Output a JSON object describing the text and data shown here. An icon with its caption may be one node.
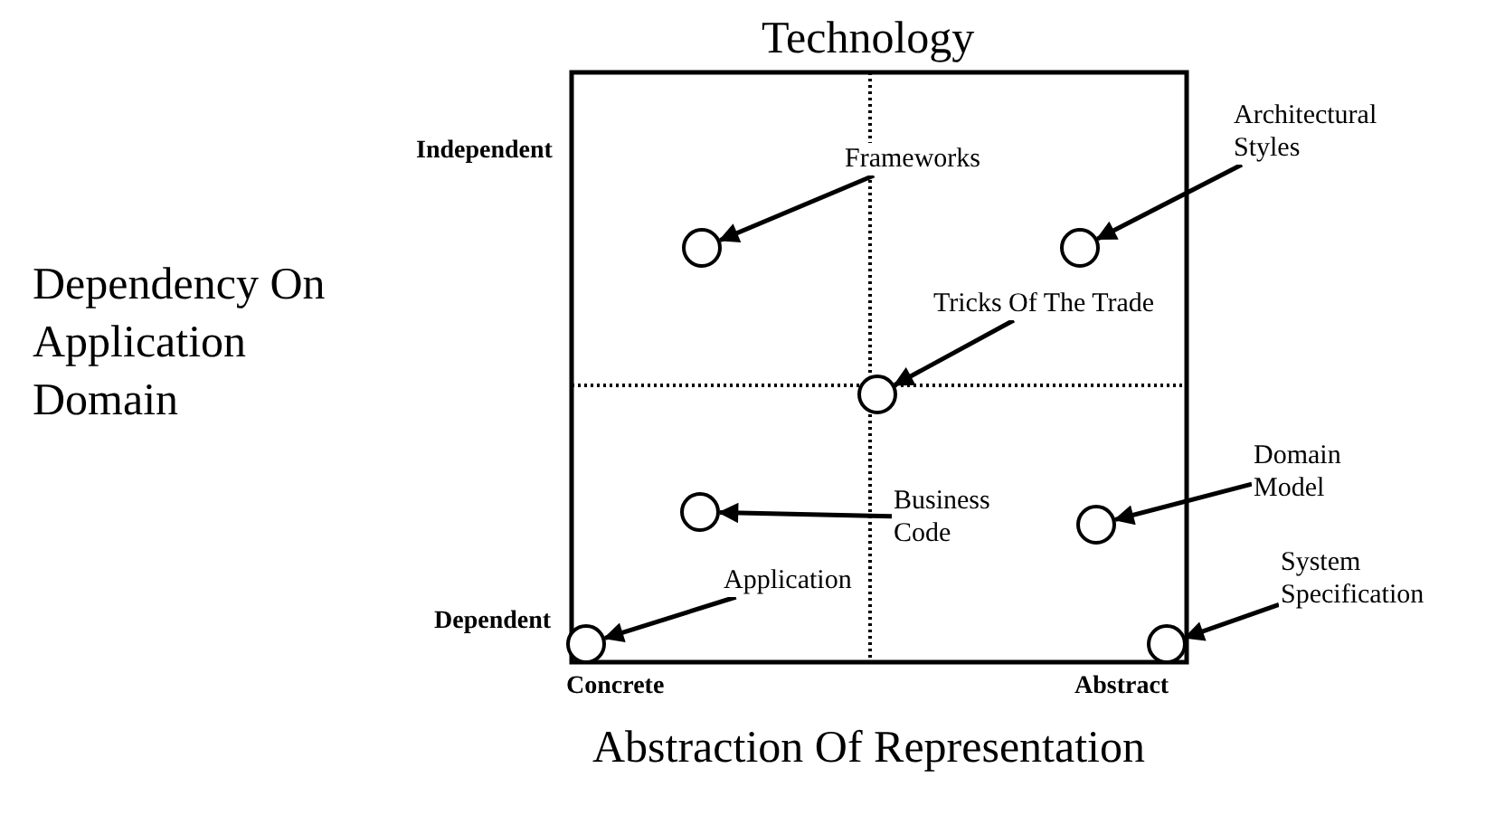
{
  "diagram": {
    "nodes": [
      {
        "text": [
          "Frameworks"
        ]
      },
      {
        "text": [],
        "shape": "circle"
      },
      {
        "text": [
          "Architectural Styles"
        ]
      },
      {
        "text": [],
        "shape": "circle"
      },
      {
        "text": [
          "Tricks Of The Trade"
        ]
      },
      {
        "text": [],
        "shape": "circle"
      },
      {
        "text": [
          "Business Code"
        ]
      },
      {
        "text": [],
        "shape": "circle"
      },
      {
        "text": [
          "Domain Model"
        ]
      },
      {
        "text": [],
        "shape": "circle"
      },
      {
        "text": [
          "Application"
        ]
      },
      {
        "text": [],
        "shape": "circle"
      },
      {
        "text": [
          "System Specification"
        ]
      },
      {
        "text": [],
        "shape": "circle"
      }
    ],
    "edges": [
      {
        "from": 0,
        "to": 1,
        "arrow": "to"
      },
      {
        "from": 2,
        "to": 3,
        "arrow": "to"
      },
      {
        "from": 4,
        "to": 5,
        "arrow": "to"
      },
      {
        "from": 6,
        "to": 7,
        "arrow": "to"
      },
      {
        "from": 8,
        "to": 9,
        "arrow": "to"
      },
      {
        "from": 10,
        "to": 11,
        "arrow": "to"
      },
      {
        "from": 12,
        "to": 13,
        "arrow": "to"
      }
    ],
    "labels": [
      "Technology",
      "Independent",
      "Dependency On Application Domain",
      "Dependent",
      "Concrete",
      "Abstract",
      "Abstraction Of Representation"
    ]
  }
}
